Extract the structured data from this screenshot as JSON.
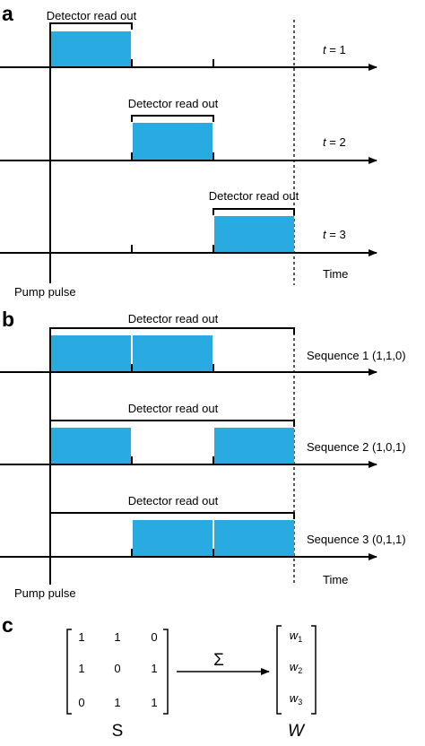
{
  "panel_a": {
    "label": "a",
    "rows": [
      {
        "readout": "Detector read out",
        "t_var": "t",
        "t_value": "= 1"
      },
      {
        "readout": "Detector read out",
        "t_var": "t",
        "t_value": "= 2"
      },
      {
        "readout": "Detector read out",
        "t_var": "t",
        "t_value": "= 3"
      }
    ],
    "time_label": "Time",
    "pump_label": "Pump pulse"
  },
  "panel_b": {
    "label": "b",
    "rows": [
      {
        "readout": "Detector read out",
        "sequence": "Sequence 1 (1,1,0)",
        "bits": [
          1,
          1,
          0
        ]
      },
      {
        "readout": "Detector read out",
        "sequence": "Sequence 2 (1,0,1)",
        "bits": [
          1,
          0,
          1
        ]
      },
      {
        "readout": "Detector read out",
        "sequence": "Sequence 3 (0,1,1)",
        "bits": [
          0,
          1,
          1
        ]
      }
    ],
    "time_label": "Time",
    "pump_label": "Pump pulse"
  },
  "panel_c": {
    "label": "c",
    "matrix_S": [
      [
        "1",
        "1",
        "0"
      ],
      [
        "1",
        "0",
        "1"
      ],
      [
        "0",
        "1",
        "1"
      ]
    ],
    "S_label": "S",
    "operator": "Σ",
    "vector_W": [
      {
        "sym": "w",
        "sub": "1"
      },
      {
        "sym": "w",
        "sub": "2"
      },
      {
        "sym": "w",
        "sub": "3"
      }
    ],
    "W_label": "W"
  },
  "colors": {
    "pulse_fill": "#29abe2",
    "axis": "#000000"
  }
}
